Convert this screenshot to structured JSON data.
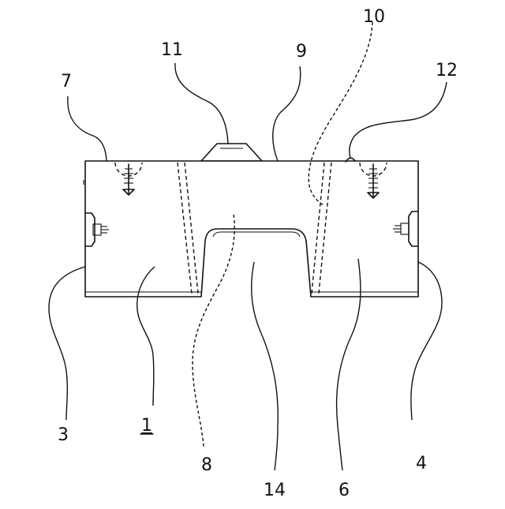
{
  "labels": {
    "l1": "1",
    "l3": "3",
    "l4": "4",
    "l6": "6",
    "l7": "7",
    "l8": "8",
    "l9": "9",
    "l10": "10",
    "l11": "11",
    "l12": "12",
    "l14": "14"
  },
  "colors": {
    "line": "#111111",
    "background": "#ffffff"
  }
}
